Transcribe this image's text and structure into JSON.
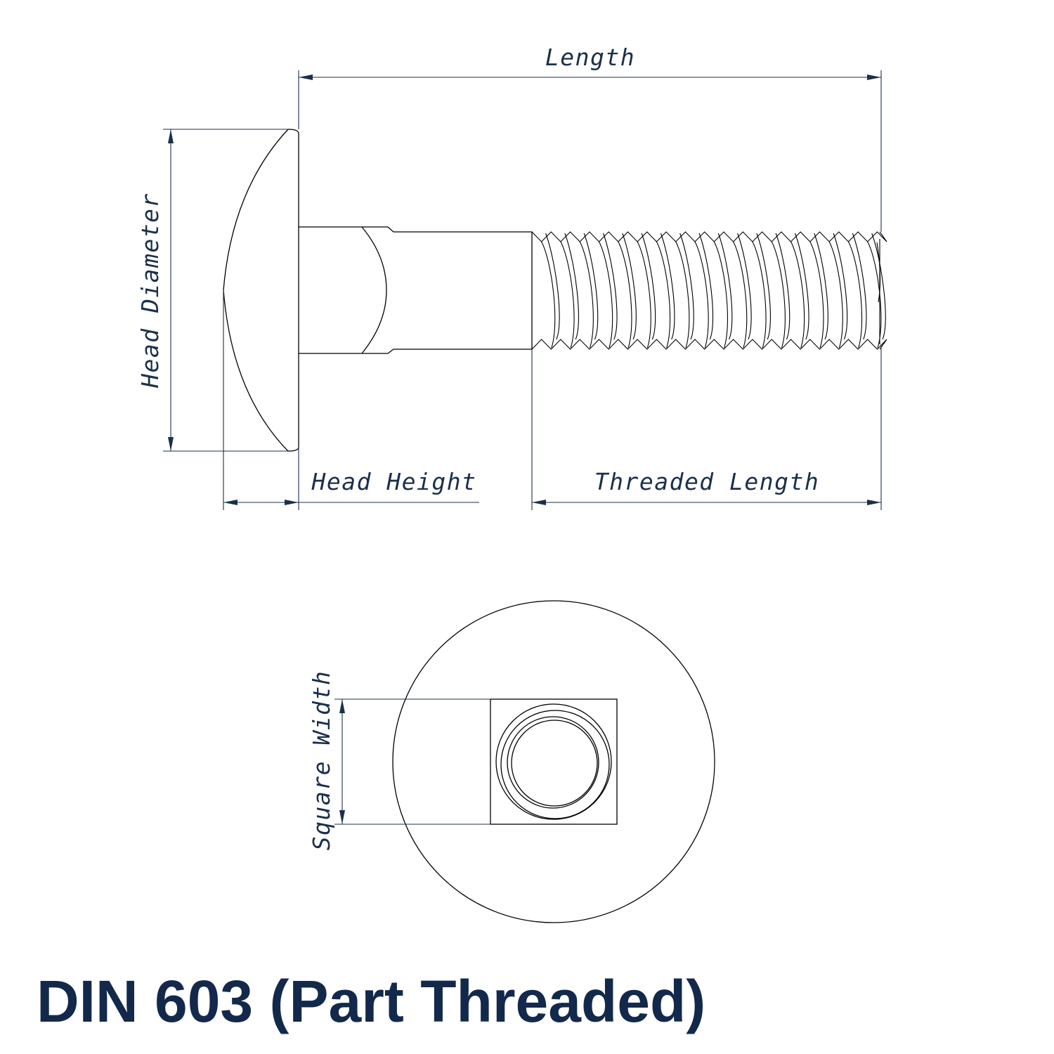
{
  "title": "DIN 603 (Part Threaded)",
  "labels": {
    "length": "Length",
    "head_diameter": "Head Diameter",
    "head_height": "Head Height",
    "threaded_length": "Threaded Length",
    "square_width": "Square Width"
  },
  "colors": {
    "ink": "#000000",
    "dimension": "#1c2f4a",
    "title": "#13294b"
  }
}
